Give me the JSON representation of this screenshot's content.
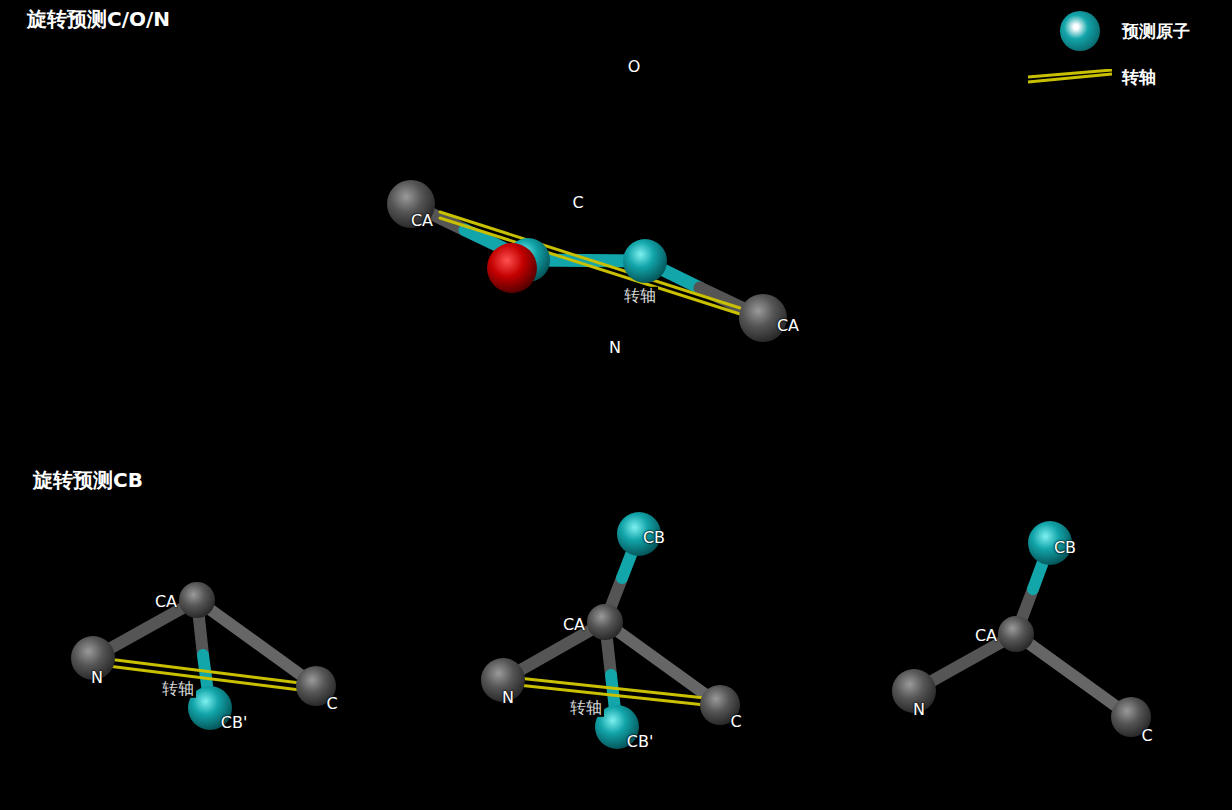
{
  "diagram": {
    "title": "旋转预测C/O/N",
    "labels": [
      "O",
      "CA",
      "C",
      "转轴",
      "CA",
      "N",
      "旋转预测CB",
      "CA",
      "N",
      "转轴",
      "CB'",
      "C",
      "CB",
      "CA",
      "N",
      "转轴",
      "CB'",
      "C",
      "CB",
      "CA",
      "N",
      "C"
    ],
    "legend": [
      {
        "text": "预测原子",
        "color": "#12a5aa"
      },
      {
        "text": "转轴"
      }
    ]
  }
}
